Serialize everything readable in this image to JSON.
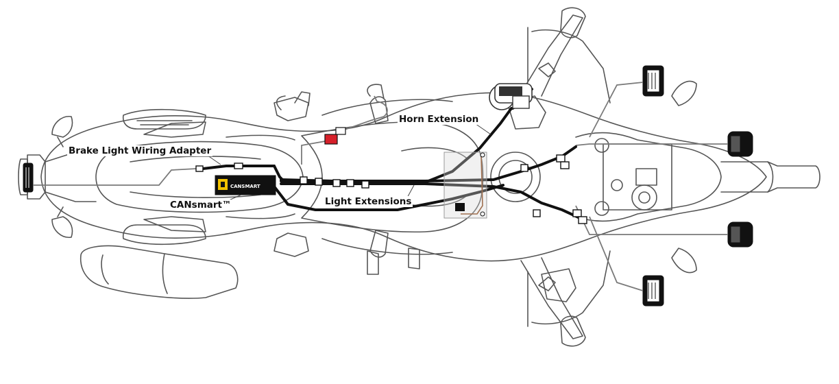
{
  "callouts": {
    "horn_extension": "Horn Extension",
    "brake_light_adapter": "Brake Light Wiring Adapter",
    "cansmart": "CANsmart™",
    "light_extensions": "Light Extensions"
  },
  "module": {
    "logo_text": "CANSMART",
    "body_color": "#111111",
    "accent_color": "#f2c200"
  },
  "colors": {
    "outline": "#555555",
    "harness": "#111111",
    "wire_thin": "#7a7a7a",
    "connector_red": "#d6202a",
    "copper": "#a07050"
  }
}
